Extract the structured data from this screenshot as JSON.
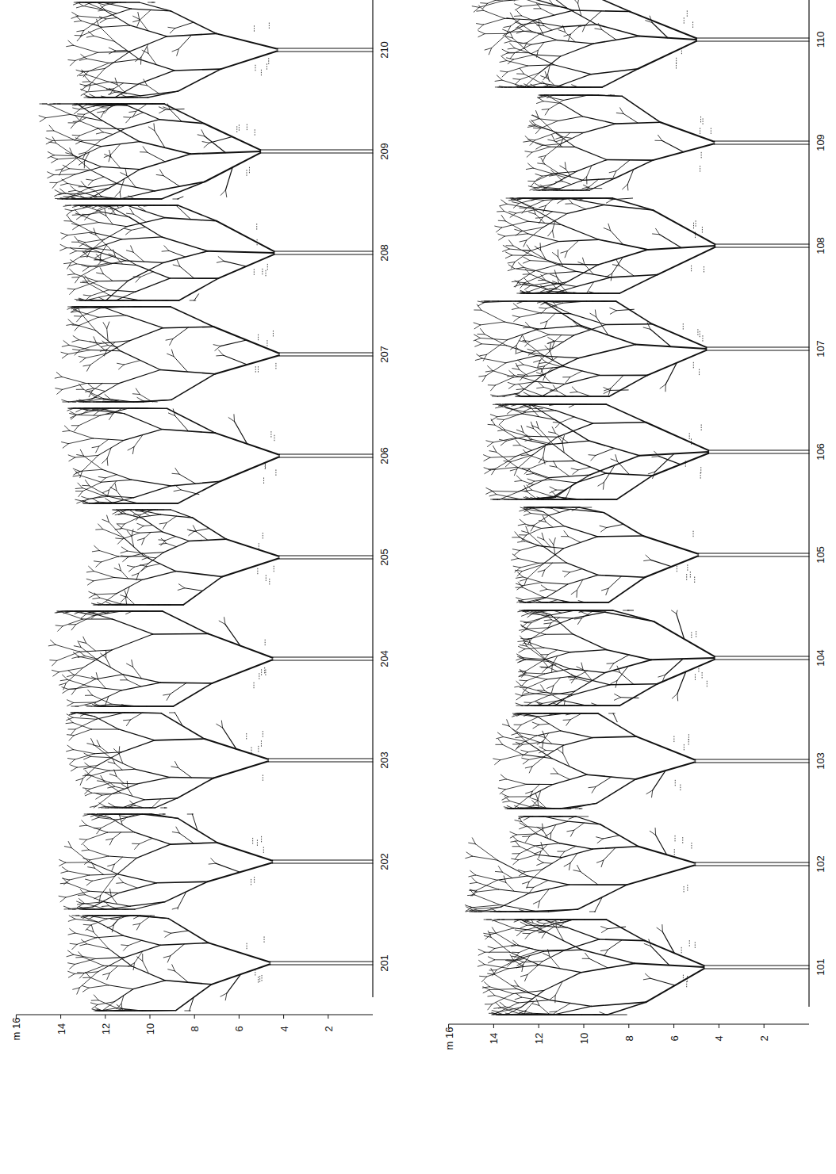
{
  "diagram": {
    "labels": [
      "m 16",
      "14",
      "12",
      "10",
      "8",
      "6",
      "4",
      "2",
      "201",
      "202",
      "203",
      "204",
      "205",
      "206",
      "207",
      "208",
      "209",
      "210",
      "m 16",
      "14",
      "12",
      "10",
      "8",
      "6",
      "4",
      "2",
      "101",
      "102",
      "103",
      "104",
      "105",
      "106",
      "107",
      "108",
      "109",
      "110"
    ]
  }
}
